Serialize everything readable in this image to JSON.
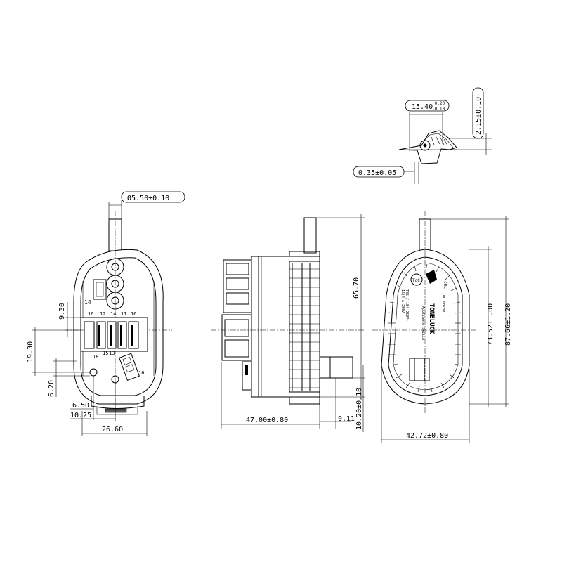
{
  "dimensions": {
    "shaft_diameter": "Ø5.50±0.10",
    "top_view_width": "15.40",
    "top_view_width_tol_upper": "+0.20",
    "top_view_width_tol_lower": "-0.10",
    "top_view_height": "2.15±0.10",
    "top_view_clearance": "0.35±0.05",
    "front_9_30": "9.30",
    "front_19_30": "19.30",
    "front_6_20": "6.20",
    "front_6_50": "6.50",
    "front_10_25": "10.25",
    "front_26_60": "26.60",
    "side_length": "47.00±0.80",
    "side_height": "65.70",
    "side_shaft_len": "9.11",
    "side_shaft_pos": "10.20±0.10",
    "rear_width": "42.72±0.80",
    "rear_height_1": "73.52±1.00",
    "rear_height_2": "87.66±1.20"
  },
  "terminals": {
    "t14a": "14",
    "t16a": "16",
    "t12": "12",
    "t14b": "14",
    "t11": "11",
    "t16b": "16",
    "t18": "18",
    "t15": "15",
    "t13": "13",
    "t16c": "16"
  },
  "rear_label": {
    "brand": "TONELUCK",
    "sub": "Appliance Switch"
  }
}
